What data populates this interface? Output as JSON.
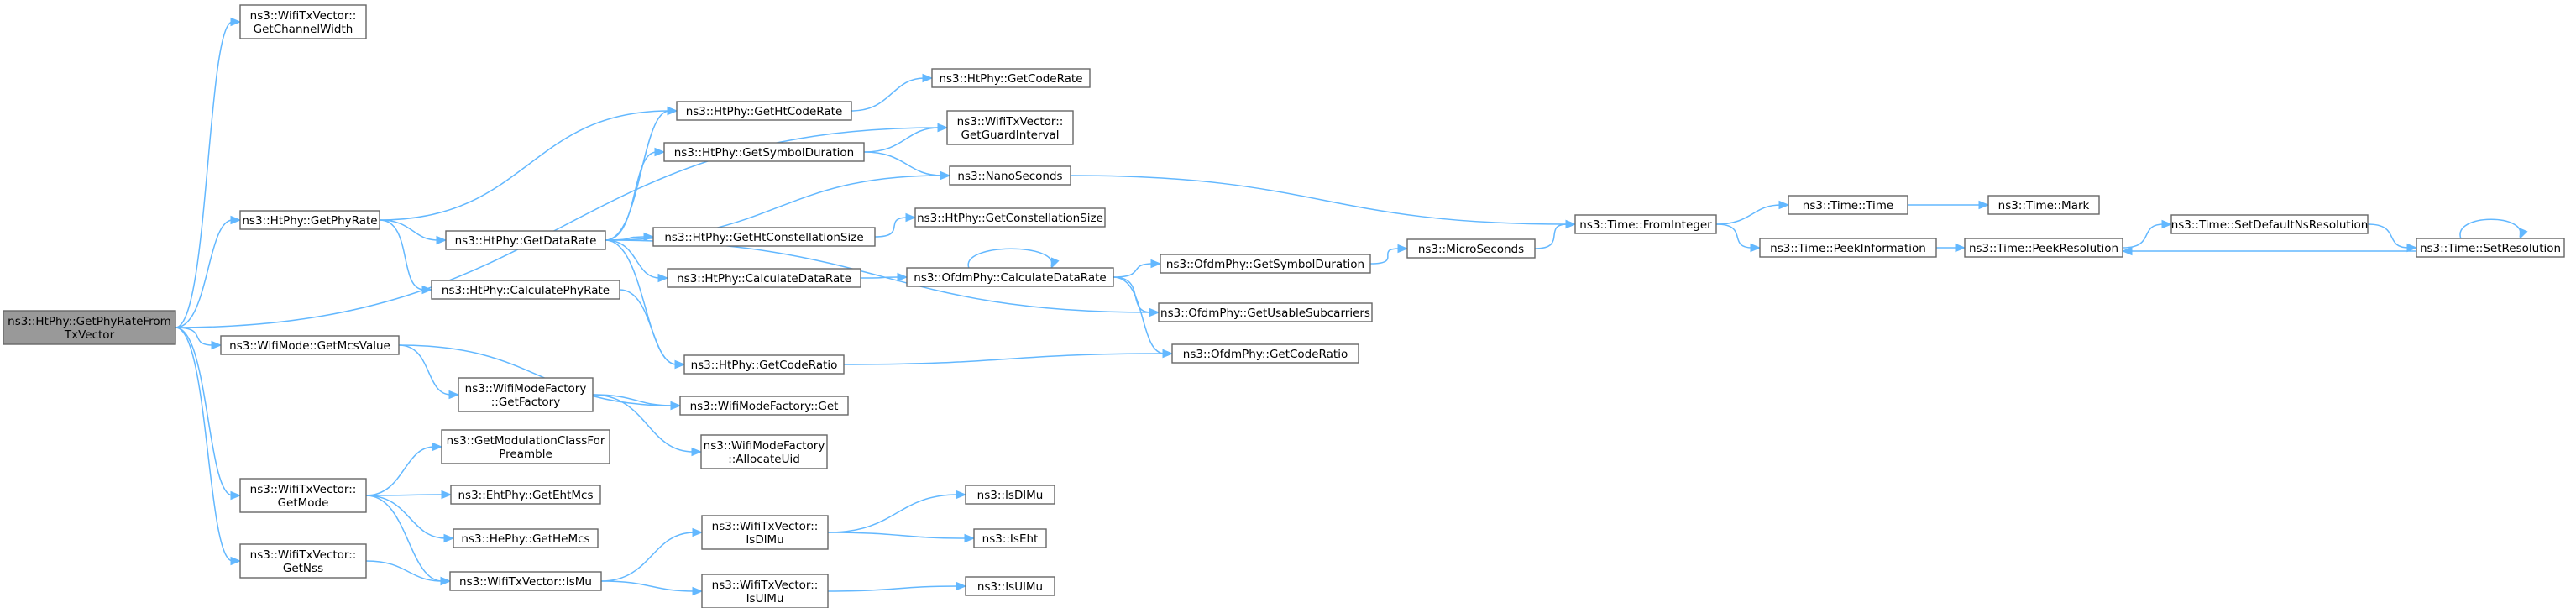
{
  "diagram": {
    "title": "",
    "colors": {
      "edge": "#63b8ff",
      "node_border": "#666666",
      "root_fill": "#999999",
      "node_fill": "#ffffff"
    },
    "nodes": [
      {
        "id": "n0",
        "lines": [
          "ns3::HtPhy::GetPhyRateFrom",
          "TxVector"
        ],
        "root": true
      },
      {
        "id": "n1",
        "lines": [
          "ns3::WifiTxVector::",
          "GetChannelWidth"
        ]
      },
      {
        "id": "n2",
        "lines": [
          "ns3::HtPhy::GetPhyRate"
        ]
      },
      {
        "id": "n3",
        "lines": [
          "ns3::WifiMode::GetMcsValue"
        ]
      },
      {
        "id": "n4",
        "lines": [
          "ns3::WifiTxVector::",
          "GetMode"
        ]
      },
      {
        "id": "n5",
        "lines": [
          "ns3::WifiTxVector::",
          "GetNss"
        ]
      },
      {
        "id": "n6",
        "lines": [
          "ns3::HtPhy::GetDataRate"
        ]
      },
      {
        "id": "n7",
        "lines": [
          "ns3::HtPhy::CalculatePhyRate"
        ]
      },
      {
        "id": "n8",
        "lines": [
          "ns3::WifiModeFactory",
          "::GetFactory"
        ]
      },
      {
        "id": "n9",
        "lines": [
          "ns3::GetModulationClassFor",
          "Preamble"
        ]
      },
      {
        "id": "n10",
        "lines": [
          "ns3::EhtPhy::GetEhtMcs"
        ]
      },
      {
        "id": "n11",
        "lines": [
          "ns3::HePhy::GetHeMcs"
        ]
      },
      {
        "id": "n12",
        "lines": [
          "ns3::WifiTxVector::IsMu"
        ]
      },
      {
        "id": "n13",
        "lines": [
          "ns3::HtPhy::GetHtCodeRate"
        ]
      },
      {
        "id": "n14",
        "lines": [
          "ns3::HtPhy::GetSymbolDuration"
        ]
      },
      {
        "id": "n15",
        "lines": [
          "ns3::HtPhy::GetHtConstellationSize"
        ]
      },
      {
        "id": "n16",
        "lines": [
          "ns3::HtPhy::CalculateDataRate"
        ]
      },
      {
        "id": "n17",
        "lines": [
          "ns3::HtPhy::GetCodeRatio"
        ]
      },
      {
        "id": "n18",
        "lines": [
          "ns3::WifiModeFactory::Get"
        ]
      },
      {
        "id": "n19",
        "lines": [
          "ns3::WifiModeFactory",
          "::AllocateUid"
        ]
      },
      {
        "id": "n20",
        "lines": [
          "ns3::WifiTxVector::",
          "IsDlMu"
        ]
      },
      {
        "id": "n21",
        "lines": [
          "ns3::WifiTxVector::",
          "IsUlMu"
        ]
      },
      {
        "id": "n22",
        "lines": [
          "ns3::HtPhy::GetCodeRate"
        ]
      },
      {
        "id": "n23",
        "lines": [
          "ns3::WifiTxVector::",
          "GetGuardInterval"
        ]
      },
      {
        "id": "n24",
        "lines": [
          "ns3::NanoSeconds"
        ]
      },
      {
        "id": "n25",
        "lines": [
          "ns3::HtPhy::GetConstellationSize"
        ]
      },
      {
        "id": "n26",
        "lines": [
          "ns3::OfdmPhy::CalculateDataRate"
        ]
      },
      {
        "id": "n27",
        "lines": [
          "ns3::IsDlMu"
        ]
      },
      {
        "id": "n28",
        "lines": [
          "ns3::IsEht"
        ]
      },
      {
        "id": "n29",
        "lines": [
          "ns3::IsUlMu"
        ]
      },
      {
        "id": "n30",
        "lines": [
          "ns3::OfdmPhy::GetSymbolDuration"
        ]
      },
      {
        "id": "n31",
        "lines": [
          "ns3::OfdmPhy::GetUsableSubcarriers"
        ]
      },
      {
        "id": "n32",
        "lines": [
          "ns3::OfdmPhy::GetCodeRatio"
        ]
      },
      {
        "id": "n33",
        "lines": [
          "ns3::MicroSeconds"
        ]
      },
      {
        "id": "n34",
        "lines": [
          "ns3::Time::FromInteger"
        ]
      },
      {
        "id": "n35",
        "lines": [
          "ns3::Time::Time"
        ]
      },
      {
        "id": "n36",
        "lines": [
          "ns3::Time::PeekInformation"
        ]
      },
      {
        "id": "n37",
        "lines": [
          "ns3::Time::Mark"
        ]
      },
      {
        "id": "n38",
        "lines": [
          "ns3::Time::PeekResolution"
        ]
      },
      {
        "id": "n39",
        "lines": [
          "ns3::Time::SetDefaultNsResolution"
        ]
      },
      {
        "id": "n40",
        "lines": [
          "ns3::Time::SetResolution"
        ]
      }
    ],
    "edges": [
      [
        "n0",
        "n1"
      ],
      [
        "n0",
        "n2"
      ],
      [
        "n0",
        "n3"
      ],
      [
        "n0",
        "n4"
      ],
      [
        "n0",
        "n5"
      ],
      [
        "n0",
        "n23"
      ],
      [
        "n2",
        "n6"
      ],
      [
        "n2",
        "n7"
      ],
      [
        "n2",
        "n13"
      ],
      [
        "n3",
        "n8"
      ],
      [
        "n3",
        "n18"
      ],
      [
        "n4",
        "n9"
      ],
      [
        "n4",
        "n10"
      ],
      [
        "n4",
        "n11"
      ],
      [
        "n4",
        "n12"
      ],
      [
        "n5",
        "n12"
      ],
      [
        "n6",
        "n13"
      ],
      [
        "n6",
        "n14"
      ],
      [
        "n6",
        "n15"
      ],
      [
        "n6",
        "n16"
      ],
      [
        "n6",
        "n17"
      ],
      [
        "n6",
        "n24"
      ],
      [
        "n6",
        "n31"
      ],
      [
        "n7",
        "n17"
      ],
      [
        "n8",
        "n18"
      ],
      [
        "n8",
        "n19"
      ],
      [
        "n12",
        "n20"
      ],
      [
        "n12",
        "n21"
      ],
      [
        "n13",
        "n22"
      ],
      [
        "n14",
        "n23"
      ],
      [
        "n14",
        "n24"
      ],
      [
        "n15",
        "n25"
      ],
      [
        "n16",
        "n26"
      ],
      [
        "n17",
        "n32"
      ],
      [
        "n20",
        "n27"
      ],
      [
        "n20",
        "n28"
      ],
      [
        "n21",
        "n29"
      ],
      [
        "n24",
        "n34"
      ],
      [
        "n26",
        "n26"
      ],
      [
        "n26",
        "n30"
      ],
      [
        "n26",
        "n31"
      ],
      [
        "n26",
        "n32"
      ],
      [
        "n30",
        "n33"
      ],
      [
        "n33",
        "n34"
      ],
      [
        "n34",
        "n35"
      ],
      [
        "n34",
        "n36"
      ],
      [
        "n35",
        "n37"
      ],
      [
        "n36",
        "n38"
      ],
      [
        "n38",
        "n39"
      ],
      [
        "n39",
        "n40"
      ],
      [
        "n40",
        "n38"
      ],
      [
        "n40",
        "n40"
      ]
    ]
  }
}
